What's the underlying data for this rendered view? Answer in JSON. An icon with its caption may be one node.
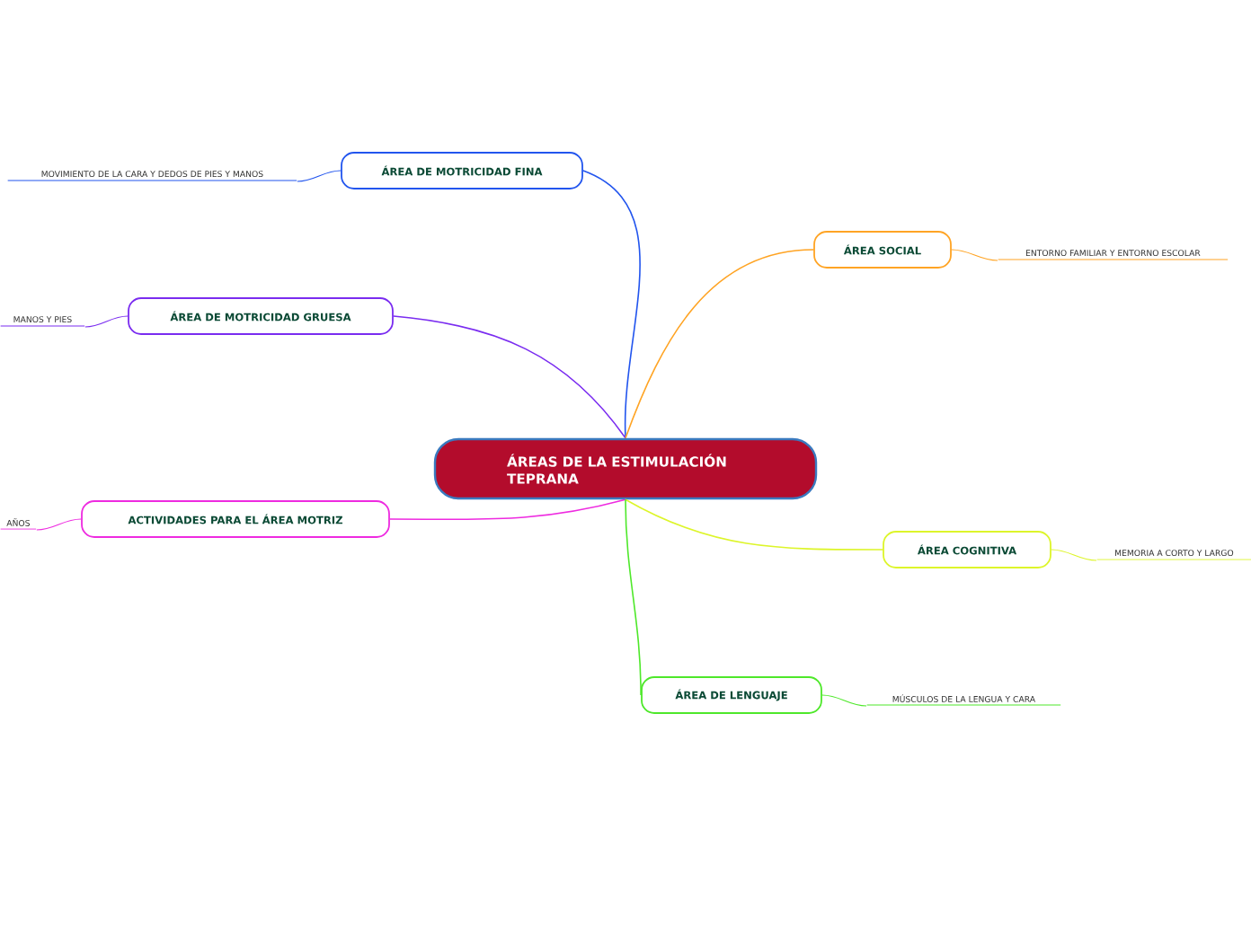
{
  "diagram": {
    "nodes": [
      {
        "text": [
          "ÁREAS DE LA ESTIMULACIÓN TEPRANA"
        ]
      },
      {
        "text": [
          "ÁREA DE MOTRICIDAD FINA"
        ]
      },
      {
        "text": [
          "ÁREA DE MOTRICIDAD GRUESA"
        ]
      },
      {
        "text": [
          "ACTIVIDADES PARA EL ÁREA MOTRIZ"
        ]
      },
      {
        "text": [
          "ÁREA SOCIAL"
        ]
      },
      {
        "text": [
          "ÁREA COGNITIVA"
        ]
      },
      {
        "text": [
          "ÁREA DE LENGUAJE"
        ]
      },
      {
        "text": [
          "MOVIMIENTO DE LA CARA Y DEDOS DE PIES Y MANOS"
        ]
      },
      {
        "text": [
          "MANOS Y PIES"
        ]
      },
      {
        "text": [
          "AÑOS"
        ]
      },
      {
        "text": [
          "ENTORNO FAMILIAR Y ENTORNO ESCOLAR"
        ]
      },
      {
        "text": [
          "MEMORIA A CORTO Y LARGO"
        ]
      },
      {
        "text": [
          "MÚSCULOS DE LA LENGUA Y CARA"
        ]
      }
    ],
    "edges": [
      {
        "from": 0,
        "to": 1,
        "arrow": "none",
        "color": "#2255ee"
      },
      {
        "from": 0,
        "to": 2,
        "arrow": "none",
        "color": "#7a2cf0"
      },
      {
        "from": 0,
        "to": 3,
        "arrow": "none",
        "color": "#ee2ae0"
      },
      {
        "from": 0,
        "to": 4,
        "arrow": "none",
        "color": "#ffa424"
      },
      {
        "from": 0,
        "to": 5,
        "arrow": "none",
        "color": "#ddf52a"
      },
      {
        "from": 0,
        "to": 6,
        "arrow": "none",
        "color": "#4ee82a"
      },
      {
        "from": 1,
        "to": 7,
        "arrow": "none",
        "color": "#2255ee"
      },
      {
        "from": 2,
        "to": 8,
        "arrow": "none",
        "color": "#7a2cf0"
      },
      {
        "from": 3,
        "to": 9,
        "arrow": "none",
        "color": "#ee2ae0"
      },
      {
        "from": 4,
        "to": 10,
        "arrow": "none",
        "color": "#ffa424"
      },
      {
        "from": 5,
        "to": 11,
        "arrow": "none",
        "color": "#ddf52a"
      },
      {
        "from": 6,
        "to": 12,
        "arrow": "none",
        "color": "#4ee82a"
      }
    ]
  }
}
